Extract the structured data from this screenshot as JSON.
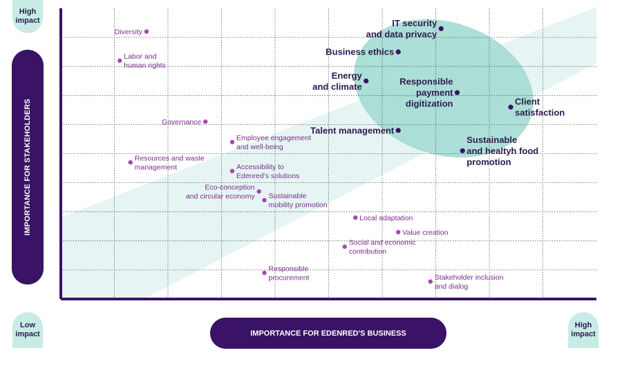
{
  "y_axis_label": "IMPORTANCE FOR STAKEHOLDERS",
  "x_axis_label": "IMPORTANCE FOR EDENRED'S BUSINESS",
  "badges": {
    "y_high": [
      "High",
      "impact"
    ],
    "x_low": [
      "Low",
      "impact"
    ],
    "x_high": [
      "High",
      "impact"
    ]
  },
  "colors": {
    "accent": "#3a1266",
    "point": "#a24bab",
    "text_minor": "#7b2d8b",
    "text_major": "#2e1a4f",
    "highlight": "#a3dcd3",
    "band": "#e6f5f3"
  },
  "chart_data": {
    "type": "scatter",
    "xlabel": "IMPORTANCE FOR EDENRED'S BUSINESS",
    "ylabel": "IMPORTANCE FOR STAKEHOLDERS",
    "xlim": [
      0,
      10
    ],
    "ylim": [
      0,
      10
    ],
    "grid": true,
    "grid_cols": 10,
    "grid_rows": 10,
    "points": [
      {
        "name": "IT security and data privacy",
        "label": [
          "IT security",
          "and data privacy"
        ],
        "x": 7.1,
        "y": 9.3,
        "major": true,
        "align": "left"
      },
      {
        "name": "Business ethics",
        "label": [
          "Business ethics"
        ],
        "x": 6.3,
        "y": 8.5,
        "major": true,
        "align": "left"
      },
      {
        "name": "Energy and climate",
        "label": [
          "Energy",
          "and climate"
        ],
        "x": 5.7,
        "y": 7.5,
        "major": true,
        "align": "left"
      },
      {
        "name": "Responsible payment digitization",
        "label": [
          "Responsible",
          "payment",
          "digitization"
        ],
        "x": 7.4,
        "y": 7.1,
        "major": true,
        "align": "left"
      },
      {
        "name": "Client satisfaction",
        "label": [
          "Client",
          "satisfaction"
        ],
        "x": 8.4,
        "y": 6.6,
        "major": true,
        "align": "right"
      },
      {
        "name": "Talent management",
        "label": [
          "Talent management"
        ],
        "x": 6.3,
        "y": 5.8,
        "major": true,
        "align": "left"
      },
      {
        "name": "Sustainable and healtyh food promotion",
        "label": [
          "Sustainable",
          "and healtyh food",
          "promotion"
        ],
        "x": 7.5,
        "y": 5.1,
        "major": true,
        "align": "right"
      },
      {
        "name": "Diversity",
        "label": [
          "Diversity"
        ],
        "x": 1.6,
        "y": 9.2,
        "major": false,
        "align": "left"
      },
      {
        "name": "Labor and human rights",
        "label": [
          "Labor and",
          "human rights"
        ],
        "x": 1.1,
        "y": 8.2,
        "major": false,
        "align": "right"
      },
      {
        "name": "Governance",
        "label": [
          "Governance"
        ],
        "x": 2.7,
        "y": 6.1,
        "major": false,
        "align": "left"
      },
      {
        "name": "Employee engagement and well-being",
        "label": [
          "Employee engagement",
          "and well-being"
        ],
        "x": 3.2,
        "y": 5.4,
        "major": false,
        "align": "right"
      },
      {
        "name": "Resources and waste management",
        "label": [
          "Resources and waste",
          "management"
        ],
        "x": 1.3,
        "y": 4.7,
        "major": false,
        "align": "right"
      },
      {
        "name": "Accessibility to Edenred's solutions",
        "label": [
          "Accessibility to",
          "Edenred's solutions"
        ],
        "x": 3.2,
        "y": 4.4,
        "major": false,
        "align": "right"
      },
      {
        "name": "Eco-conception and circular economy",
        "label": [
          "Eco-conception",
          "and circular economy"
        ],
        "x": 3.7,
        "y": 3.7,
        "major": false,
        "align": "left"
      },
      {
        "name": "Sustainable mobility promotion",
        "label": [
          "Sustainable",
          "mobility promotion"
        ],
        "x": 3.8,
        "y": 3.4,
        "major": false,
        "align": "right"
      },
      {
        "name": "Local adaptation",
        "label": [
          "Local adaptation"
        ],
        "x": 5.5,
        "y": 2.8,
        "major": false,
        "align": "right"
      },
      {
        "name": "Value creation",
        "label": [
          "Value creation"
        ],
        "x": 6.3,
        "y": 2.3,
        "major": false,
        "align": "right"
      },
      {
        "name": "Social and economic contribution",
        "label": [
          "Social and economic",
          "contribution"
        ],
        "x": 5.3,
        "y": 1.8,
        "major": false,
        "align": "right"
      },
      {
        "name": "Responsible procurement",
        "label": [
          "Responsible",
          "procurement"
        ],
        "x": 3.8,
        "y": 0.9,
        "major": false,
        "align": "right"
      },
      {
        "name": "Stakeholder inclusion and dialog",
        "label": [
          "Stakeholder inclusion",
          "and dialog"
        ],
        "x": 6.9,
        "y": 0.6,
        "major": false,
        "align": "right"
      }
    ]
  }
}
